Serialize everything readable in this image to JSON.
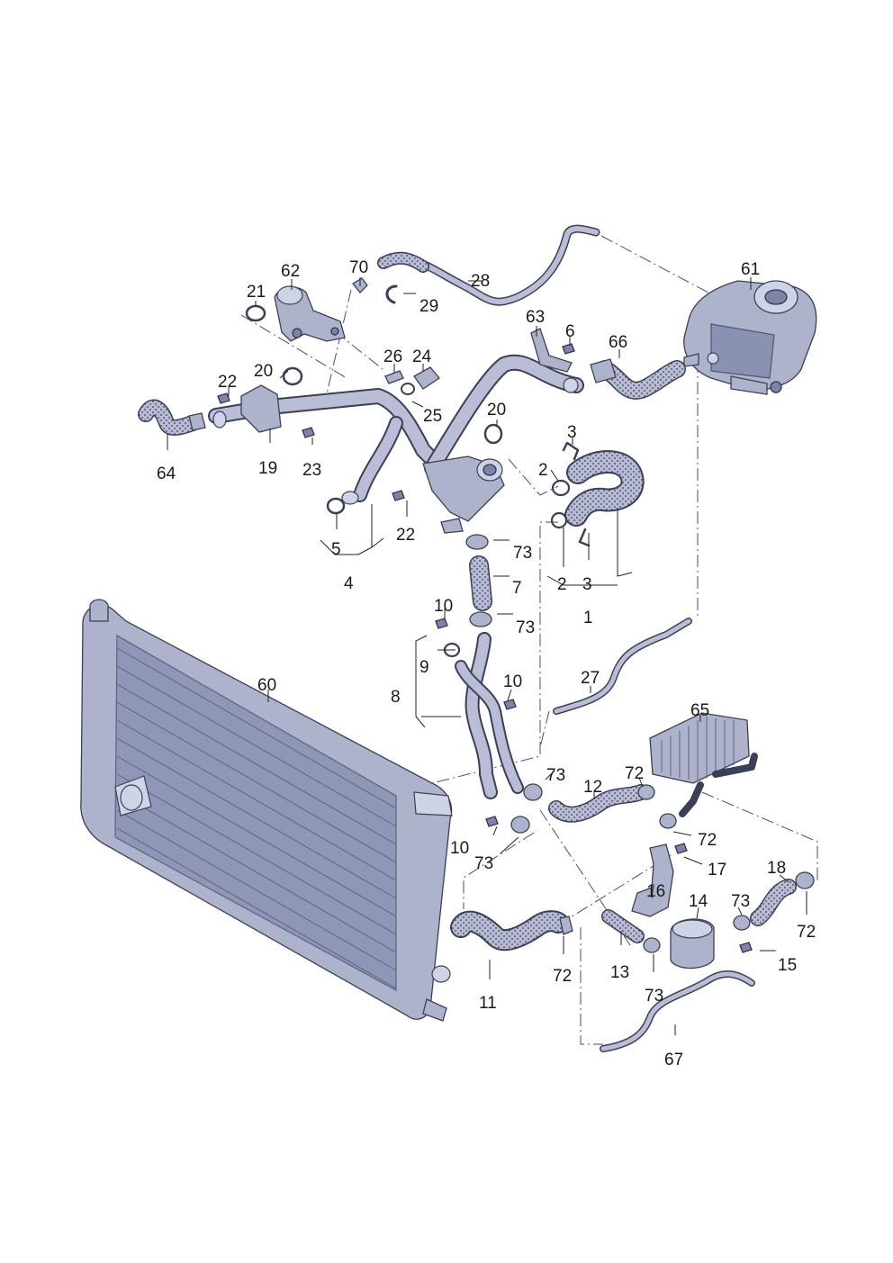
{
  "diagram": {
    "callouts": {
      "c1": "1",
      "c2a": "2",
      "c2b": "2",
      "c3a": "3",
      "c3b": "3",
      "c4": "4",
      "c5": "5",
      "c6": "6",
      "c7": "7",
      "c8": "8",
      "c9": "9",
      "c10a": "10",
      "c10b": "10",
      "c10c": "10",
      "c11": "11",
      "c12": "12",
      "c13": "13",
      "c14": "14",
      "c15": "15",
      "c16": "16",
      "c17": "17",
      "c18": "18",
      "c19": "19",
      "c20a": "20",
      "c20b": "20",
      "c21": "21",
      "c22a": "22",
      "c22b": "22",
      "c23": "23",
      "c24": "24",
      "c25": "25",
      "c26": "26",
      "c27": "27",
      "c28": "28",
      "c29": "29",
      "c60": "60",
      "c61": "61",
      "c62": "62",
      "c63": "63",
      "c64": "64",
      "c65": "65",
      "c66": "66",
      "c67": "67",
      "c70": "70",
      "c72a": "72",
      "c72b": "72",
      "c72c": "72",
      "c72d": "72",
      "c73a": "73",
      "c73b": "73",
      "c73c": "73",
      "c73d": "73",
      "c73e": "73",
      "c73f": "73"
    }
  }
}
